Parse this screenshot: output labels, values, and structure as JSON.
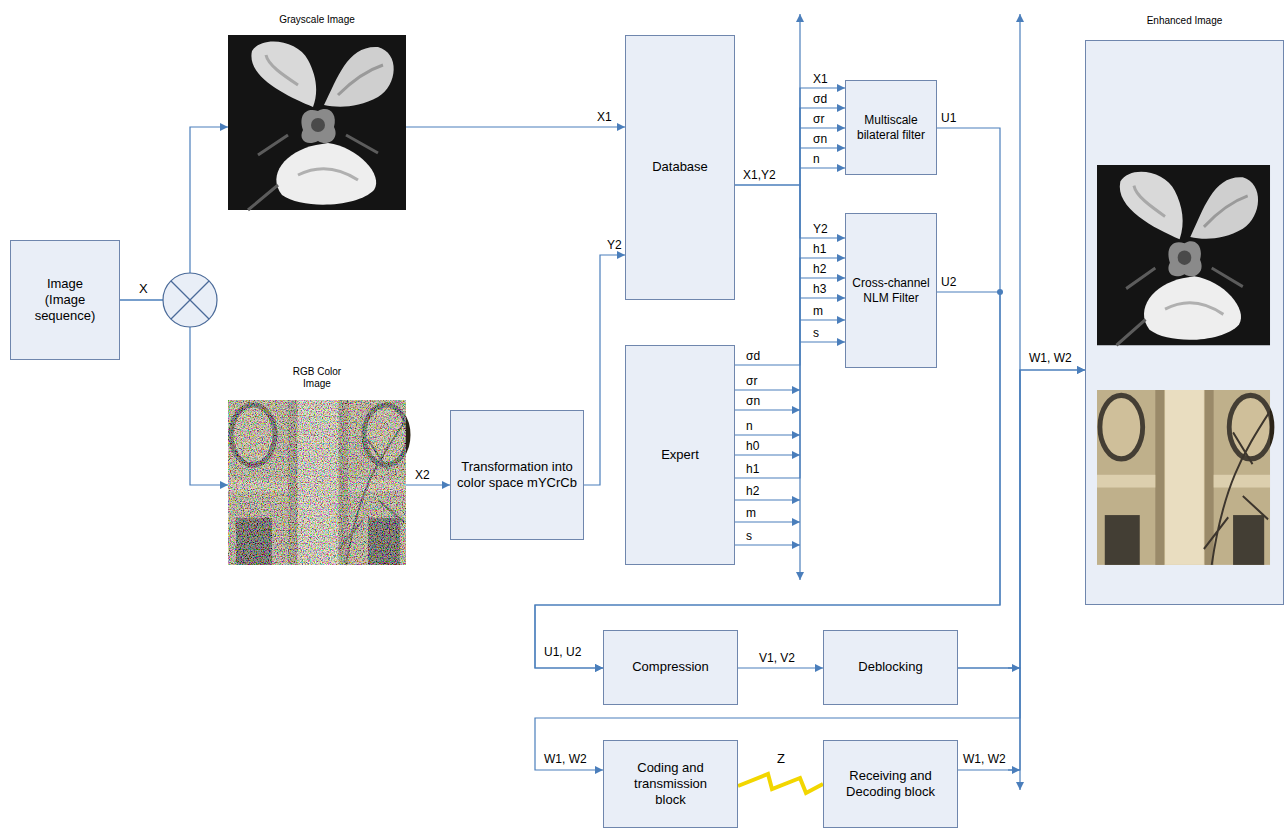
{
  "diagram": {
    "nodes": [
      {
        "text": [
          "Image (Image sequence)"
        ]
      },
      {
        "text": [
          "Grayscale Image"
        ]
      },
      {
        "text": [
          "RGB Color Image"
        ]
      },
      {
        "text": [
          "Database"
        ]
      },
      {
        "text": [
          "Transformation into color space mYCrCb"
        ]
      },
      {
        "text": [
          "Expert"
        ]
      },
      {
        "text": [
          "Multiscale bilateral filter"
        ]
      },
      {
        "text": [
          "Cross-channel NLM Filter"
        ]
      },
      {
        "text": [
          "Enhanced Image"
        ]
      },
      {
        "text": [
          "Compression"
        ]
      },
      {
        "text": [
          "Deblocking"
        ]
      },
      {
        "text": [
          "Coding and transmission block"
        ]
      },
      {
        "text": [
          "Receiving and Decoding block"
        ]
      }
    ],
    "edges": [
      {
        "from": 0,
        "to": 1,
        "arrow": "to"
      },
      {
        "from": 0,
        "to": 2,
        "arrow": "to"
      },
      {
        "from": 1,
        "to": 3,
        "label": "X1",
        "arrow": "to"
      },
      {
        "from": 2,
        "to": 4,
        "label": "X2",
        "arrow": "to"
      },
      {
        "from": 4,
        "to": 3,
        "label": "Y2",
        "arrow": "to"
      },
      {
        "from": 3,
        "to": 6,
        "label": "X1,Y2",
        "arrow": "to"
      },
      {
        "from": 3,
        "to": 7,
        "arrow": "to"
      },
      {
        "from": 5,
        "to": 6,
        "arrow": "to"
      },
      {
        "from": 5,
        "to": 7,
        "arrow": "to"
      },
      {
        "from": 6,
        "to": 9,
        "label": "U1",
        "arrow": "to"
      },
      {
        "from": 7,
        "to": 9,
        "label": "U2",
        "arrow": "to"
      },
      {
        "from": 9,
        "to": 10,
        "label": "V1, V2",
        "arrow": "to"
      },
      {
        "from": 10,
        "to": 8,
        "label": "W1, W2",
        "arrow": "to"
      },
      {
        "from": 10,
        "to": 11,
        "label": "W1, W2",
        "arrow": "to"
      },
      {
        "from": 12,
        "to": 8,
        "label": "W1, W2",
        "arrow": "to"
      },
      {
        "from": 11,
        "to": 12,
        "label": "Z",
        "arrow": "none"
      }
    ],
    "labels": [
      "X",
      "X1",
      "σd",
      "σr",
      "σn",
      "n",
      "Y2",
      "h1",
      "h2",
      "h3",
      "m",
      "s",
      "σd",
      "σr",
      "σn",
      "n",
      "h0",
      "h1",
      "h2",
      "m",
      "s",
      "U1, U2"
    ]
  }
}
